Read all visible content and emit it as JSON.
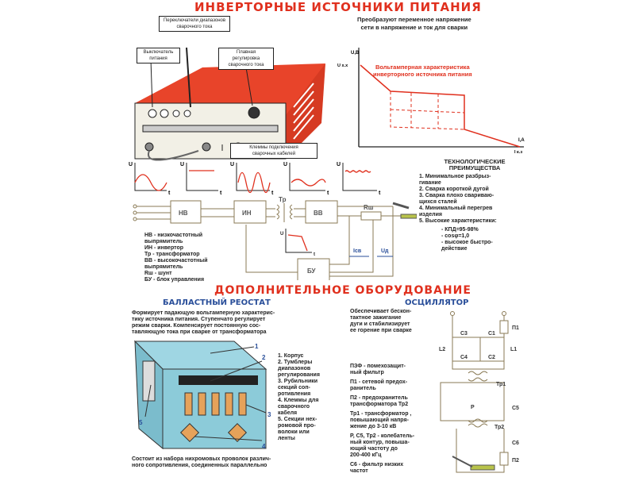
{
  "header": {
    "title": "ИНВЕРТОРНЫЕ ИСТОЧНИКИ ПИТАНИЯ",
    "description": "Преобразуют переменное напряжение\nсети в напряжение и ток для сварки"
  },
  "device_callouts": {
    "range_switches": "Переключатели диапазонов\nсварочного тока",
    "power_switch": "Выключатель\nпитания",
    "smooth_control": "Плавная\nрегулировка\nсварочного тока",
    "terminals": "Клеммы подключения\nсварочных кабелей"
  },
  "vac_chart": {
    "title": "Вольтамперная характеристика\nинверторного источника питания",
    "y_axis": "U,B",
    "x_axis": "I,A",
    "y_marker": "U х.х",
    "x_marker": "I к.з"
  },
  "waveforms": {
    "axis_u": "U",
    "axis_t": "t"
  },
  "circuit": {
    "blocks": [
      "НВ",
      "ИН",
      "ВВ",
      "БУ"
    ],
    "transformer": "Тр",
    "shunt": "Rш",
    "current": "Iсв",
    "voltage": "Uд"
  },
  "legend": [
    "НВ - низкочастотный\n      выпрямитель",
    "ИН - инвертор",
    "Тр - трансформатор",
    "ВВ - высокочастотный\n      выпрямитель",
    "Rш - шунт",
    "БУ - блок управления"
  ],
  "advantages": {
    "title": "ТЕХНОЛОГИЧЕСКИЕ\nПРЕИМУЩЕСТВА",
    "items": [
      "1. Минимальное разбрыз-\nгивание",
      "2. Сварка короткой дугой",
      "3. Сварка плохо свариваю-\nщихся сталей",
      "4. Минимальный перегрев\nизделия",
      "5. Высокие характеристики:"
    ],
    "specs": [
      "- КПД=95-98%",
      "- cosφ=1,0",
      "- высокое быстро-\nдействие"
    ]
  },
  "section2": {
    "title": "ДОПОЛНИТЕЛЬНОЕ ОБОРУДОВАНИЕ"
  },
  "rheostat": {
    "title": "БАЛЛАСТНЫЙ РЕОСТАТ",
    "description": "Формирует падающую вольтамперную характерис-\nтику источника питания. Ступенчато регулирует\nрежим сварки. Компенсирует постоянную сос-\nтавляющую тока при сварке от трансформатора",
    "numbers": [
      "1",
      "2",
      "3",
      "4",
      "5"
    ],
    "parts": [
      "1. Корпус",
      "2. Тумблеры\nдиапазонов\nрегулирования",
      "3. Рубильники\nсекций соп-\nротивления",
      "4. Клеммы для\nсварочного\nкабеля",
      "5. Секции нех-\nромовой про-\nволоки или\nленты"
    ],
    "footer": "Состоит из набора нихромовых проволок различ-\nного сопротивления, соединенных параллельно"
  },
  "oscillator": {
    "title": "ОСЦИЛЛЯТОР",
    "description": "Обеспечивает бескон-\nтактное зажигание\nдуги и стабилизирует\nее горение при сварке",
    "notes": [
      "ПЗФ - помехозащит-\nный фильтр",
      "П1 - сетевой предох-\nранитель",
      "П2 - предохранитель\nтрансформатора Тр2",
      "Тр1 - трансформатор ,\nповышающий напря-\nжение до 3-10 кВ",
      "Р, С5, Тр2 - колебатель-\nный контур, повыша-\nющий частоту до\n200-400 кГц",
      "С6 - фильтр низких\nчастот"
    ],
    "labels": {
      "p1": "П1",
      "p2": "П2",
      "c1": "C1",
      "c2": "C2",
      "c3": "C3",
      "c4": "C4",
      "c5": "C5",
      "c6": "C6",
      "l1": "L1",
      "l2": "L2",
      "tr1": "Тр1",
      "tr2": "Тр2",
      "r": "P"
    }
  },
  "colors": {
    "accent": "#e0301e",
    "blue": "#2a4f9a",
    "body_red": "#e8442a",
    "rheostat": "#8ccbd9"
  }
}
